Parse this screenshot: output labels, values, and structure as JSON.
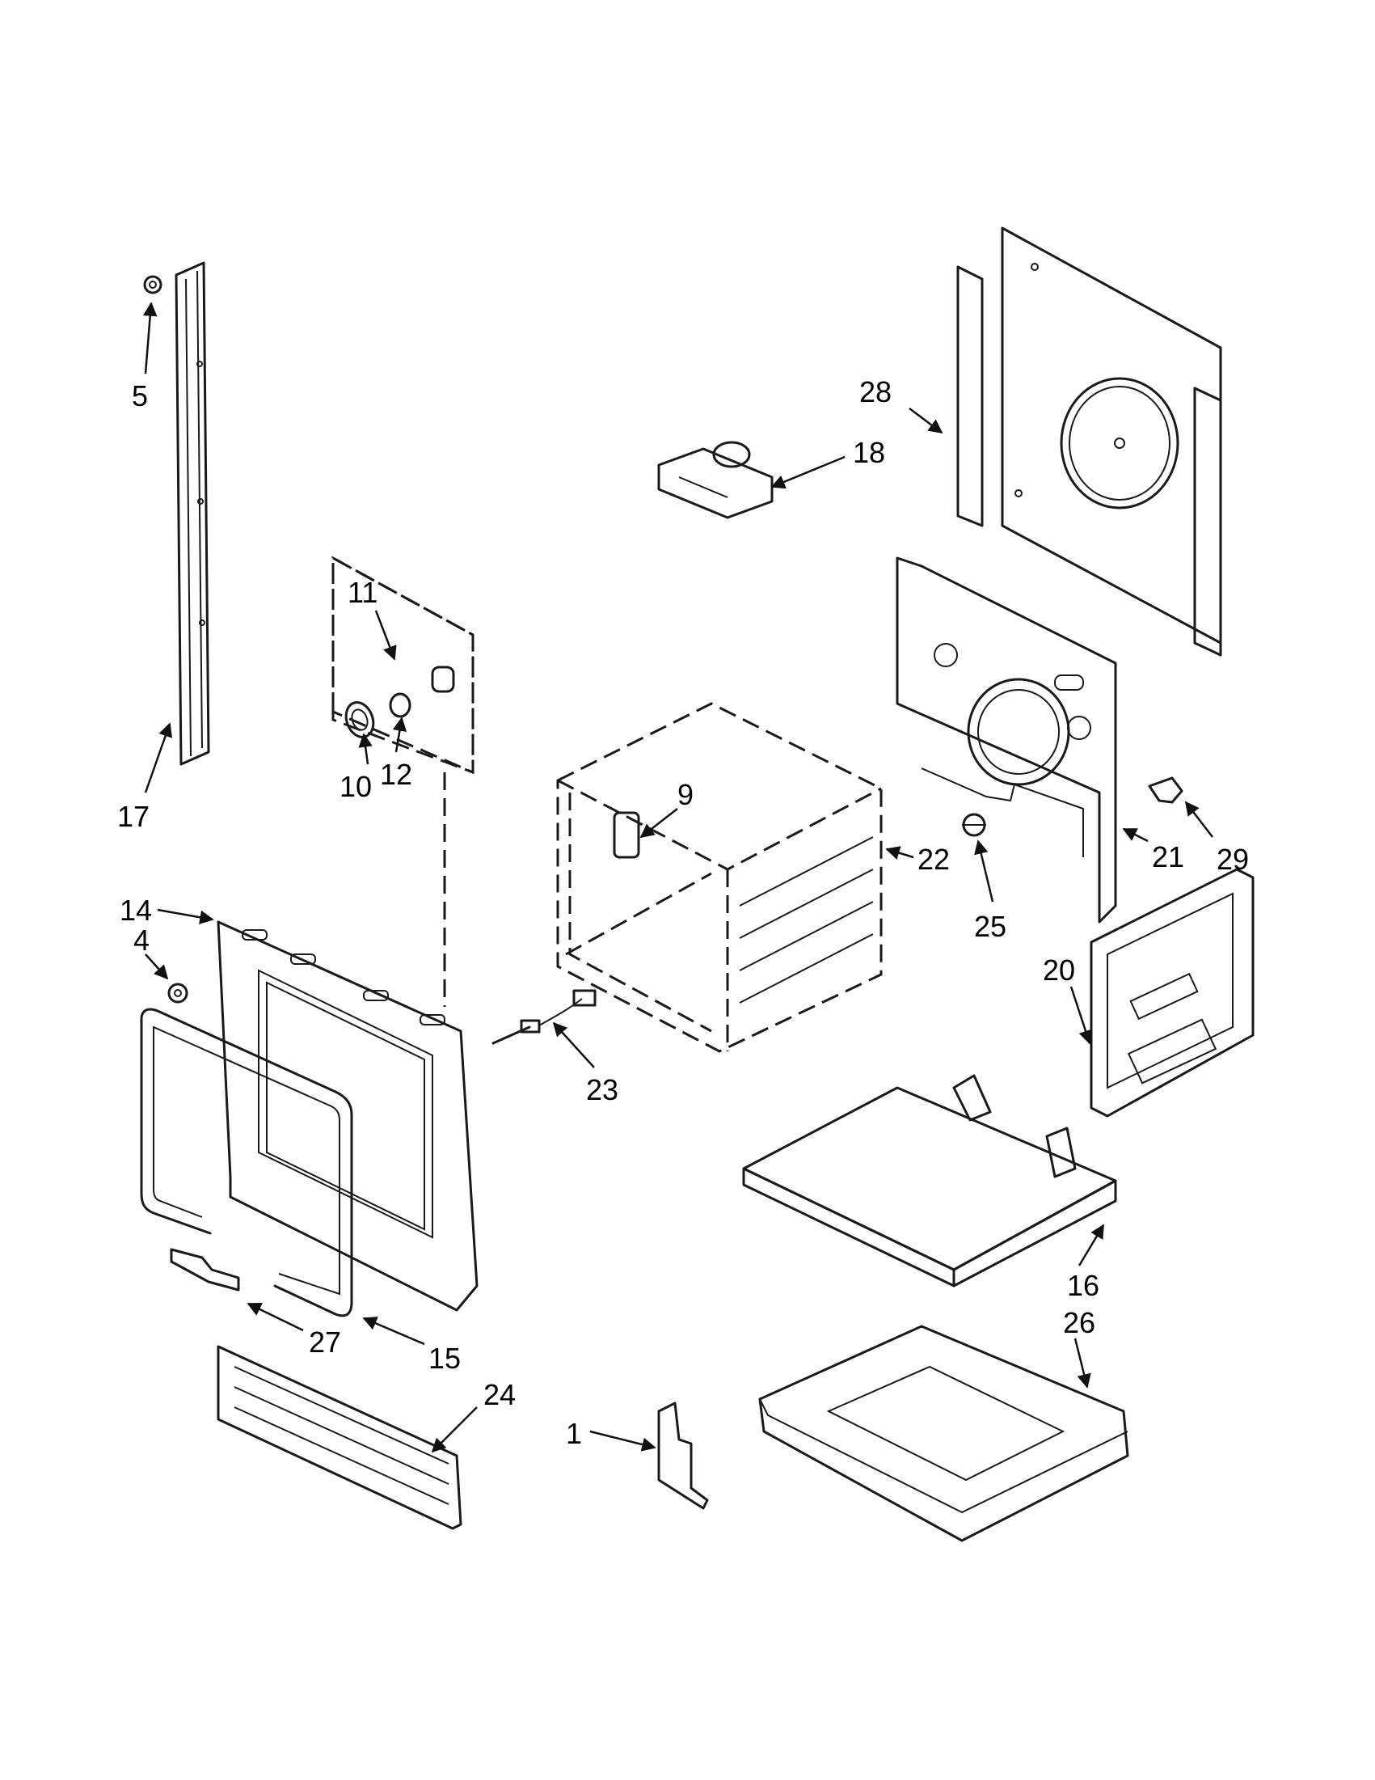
{
  "diagram": {
    "colors": {
      "ink": "#1a1a1a",
      "background": "#ffffff"
    },
    "callouts": [
      {
        "id": "c5",
        "label": "5"
      },
      {
        "id": "c17",
        "label": "17"
      },
      {
        "id": "c11",
        "label": "11"
      },
      {
        "id": "c10",
        "label": "10"
      },
      {
        "id": "c12",
        "label": "12"
      },
      {
        "id": "c9",
        "label": "9"
      },
      {
        "id": "c14",
        "label": "14"
      },
      {
        "id": "c4",
        "label": "4"
      },
      {
        "id": "c23",
        "label": "23"
      },
      {
        "id": "c22",
        "label": "22"
      },
      {
        "id": "c28",
        "label": "28"
      },
      {
        "id": "c18",
        "label": "18"
      },
      {
        "id": "c21",
        "label": "21"
      },
      {
        "id": "c29",
        "label": "29"
      },
      {
        "id": "c25",
        "label": "25"
      },
      {
        "id": "c20",
        "label": "20"
      },
      {
        "id": "c16",
        "label": "16"
      },
      {
        "id": "c26",
        "label": "26"
      },
      {
        "id": "c27",
        "label": "27"
      },
      {
        "id": "c15",
        "label": "15"
      },
      {
        "id": "c24",
        "label": "24"
      },
      {
        "id": "c1",
        "label": "1"
      }
    ]
  }
}
